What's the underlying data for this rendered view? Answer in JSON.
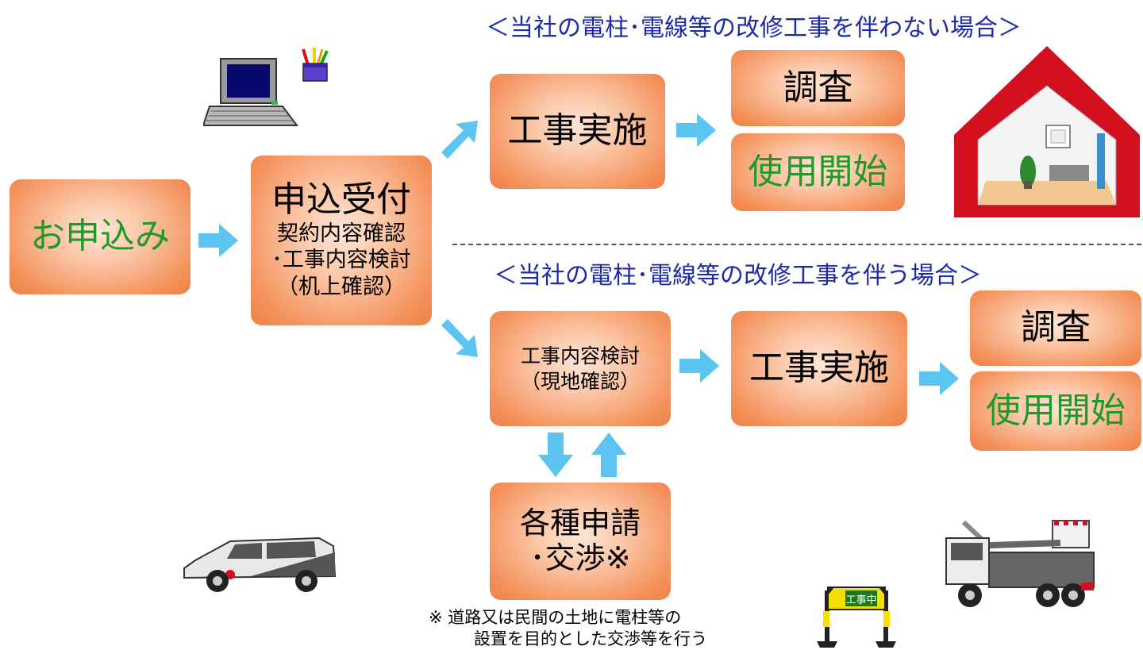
{
  "colors": {
    "accent_arrow": "#5bc4f0",
    "heading": "#1d2ba8",
    "green_text": "#1f9a2a",
    "box_orange": "#f4915a",
    "house_red": "#d10f1f"
  },
  "flow": {
    "apply": {
      "label": "お申込み"
    },
    "reception": {
      "title": "申込受付",
      "line1": "契約内容確認",
      "line2": "･工事内容検討",
      "line3": "（机上確認）"
    }
  },
  "route_a": {
    "heading": "＜当社の電柱･電線等の改修工事を伴わない場合＞",
    "construction": "工事実施",
    "survey": "調査",
    "start_use": "使用開始"
  },
  "route_b": {
    "heading": "＜当社の電柱･電線等の改修工事を伴う場合＞",
    "review_line1": "工事内容検討",
    "review_line2": "（現地確認）",
    "construction": "工事実施",
    "survey": "調査",
    "start_use": "使用開始",
    "permits_line1": "各種申請",
    "permits_line2": "･交渉※"
  },
  "footnote": {
    "line1": "※ 道路又は民間の土地に電柱等の",
    "line2": "設置を目的とした交渉等を行う"
  },
  "icons": [
    "laptop-icon",
    "pencil-cup-icon",
    "house-icon",
    "utility-van-icon",
    "construction-barrier-icon",
    "bucket-truck-icon"
  ],
  "sign_text": "工事中"
}
